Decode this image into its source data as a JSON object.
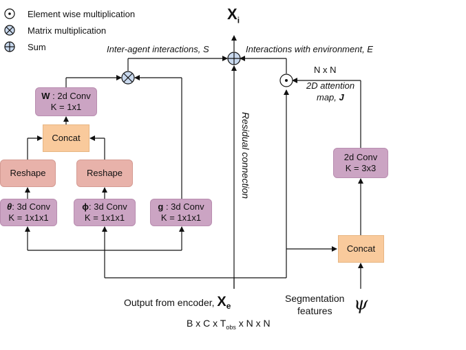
{
  "legend": [
    {
      "icon": "element-wise-multiplication-icon",
      "label": "Element wise multiplication"
    },
    {
      "icon": "matrix-multiplication-icon",
      "label": "Matrix multiplication"
    },
    {
      "icon": "sum-icon",
      "label": "Sum"
    }
  ],
  "output": {
    "symbol": "X",
    "subscript": "i"
  },
  "labels": {
    "inter_agent": "Inter-agent interactions, S",
    "interactions_env": "Interactions with environment, E",
    "nxn": "N x N",
    "attention_map_line1": "2D attention",
    "attention_map_line2": "map, ",
    "attention_map_bold": "J",
    "residual": "Residual connection",
    "encoder_text": "Output from encoder, ",
    "encoder_symbol": "X",
    "encoder_subscript": "e",
    "segmentation_line1": "Segmentation",
    "segmentation_line2": "features",
    "psi": "ψ",
    "dims_prefix": "B x C x T",
    "dims_sub": "obs",
    "dims_suffix": " x N x N"
  },
  "boxes": {
    "w_conv": {
      "bold": "W",
      "line1": " : 2d Conv",
      "line2": "K = 1x1"
    },
    "concat_left": {
      "label": "Concat"
    },
    "reshape_left": {
      "label": "Reshape"
    },
    "reshape_mid": {
      "label": "Reshape"
    },
    "theta_conv": {
      "bold": "θ",
      "line1": ": 3d Conv",
      "line2": "K = 1x1x1"
    },
    "phi_conv": {
      "bold": "ϕ",
      "line1": ": 3d Conv",
      "line2": "K = 1x1x1"
    },
    "g_conv": {
      "bold": "g",
      "line1": " : 3d Conv",
      "line2": "K = 1x1x1"
    },
    "conv_2d_right": {
      "line1": "2d Conv",
      "line2": "K = 3x3"
    },
    "concat_right": {
      "label": "Concat"
    }
  },
  "colors": {
    "conv": "#cba4c3",
    "reshape": "#e8b2aa",
    "concat": "#f9ca9c",
    "sum_node": "#c9d9ee"
  }
}
